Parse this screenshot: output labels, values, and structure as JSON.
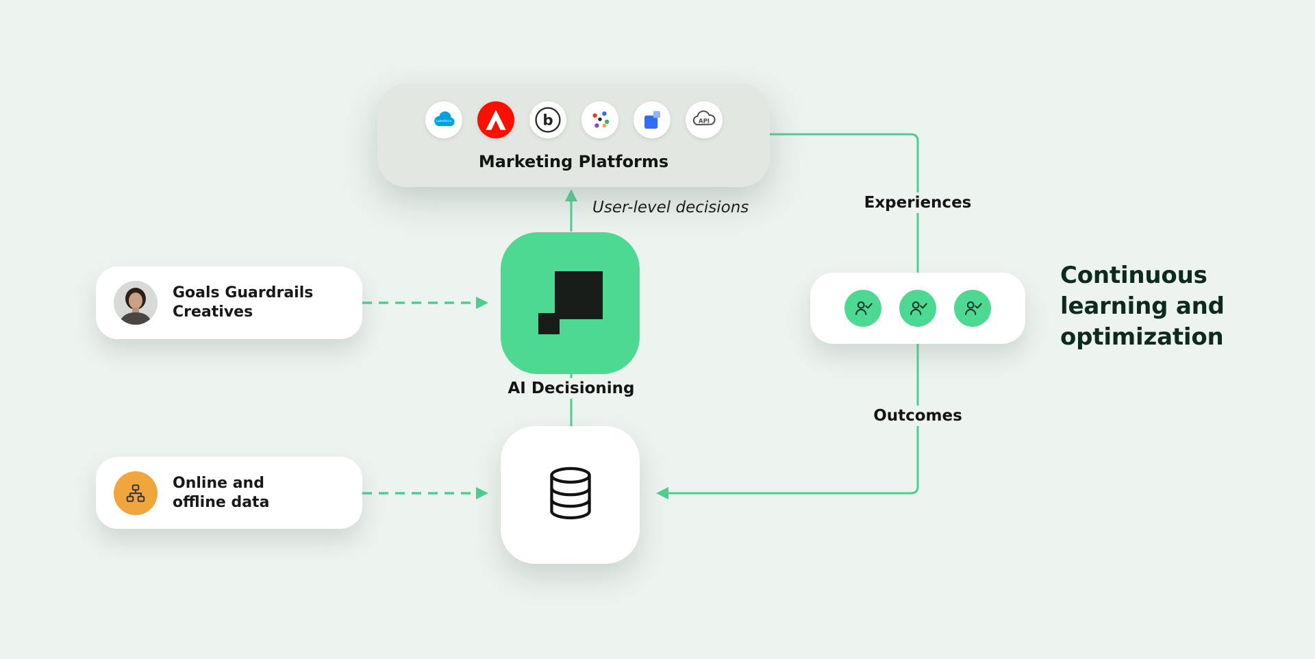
{
  "colors": {
    "background": "#edf3ef",
    "accent": "#4ccf8e",
    "box_green": "#4ed993",
    "orange": "#f0a63c",
    "adobe_red": "#fa0f00",
    "salesforce_blue": "#00a1e0",
    "heading": "#0d2a1c"
  },
  "marketing_platforms": {
    "label": "Marketing Platforms",
    "icons": [
      "salesforce",
      "adobe",
      "braze",
      "mparticle-dots",
      "blue-squares",
      "api-cloud"
    ]
  },
  "icon_texts": {
    "salesforce": "salesforce",
    "braze": "b",
    "api": "API"
  },
  "ai_decisioning": {
    "label": "AI Decisioning"
  },
  "flow_labels": {
    "user_level_decisions": "User-level decisions",
    "experiences": "Experiences",
    "outcomes": "Outcomes"
  },
  "input_cards": [
    {
      "id": "goals",
      "label": "Goals Guardrails\nCreatives"
    },
    {
      "id": "data",
      "label": "Online and\noffline data"
    }
  ],
  "heading": {
    "text": "Continuous\nlearning and\noptimization"
  }
}
